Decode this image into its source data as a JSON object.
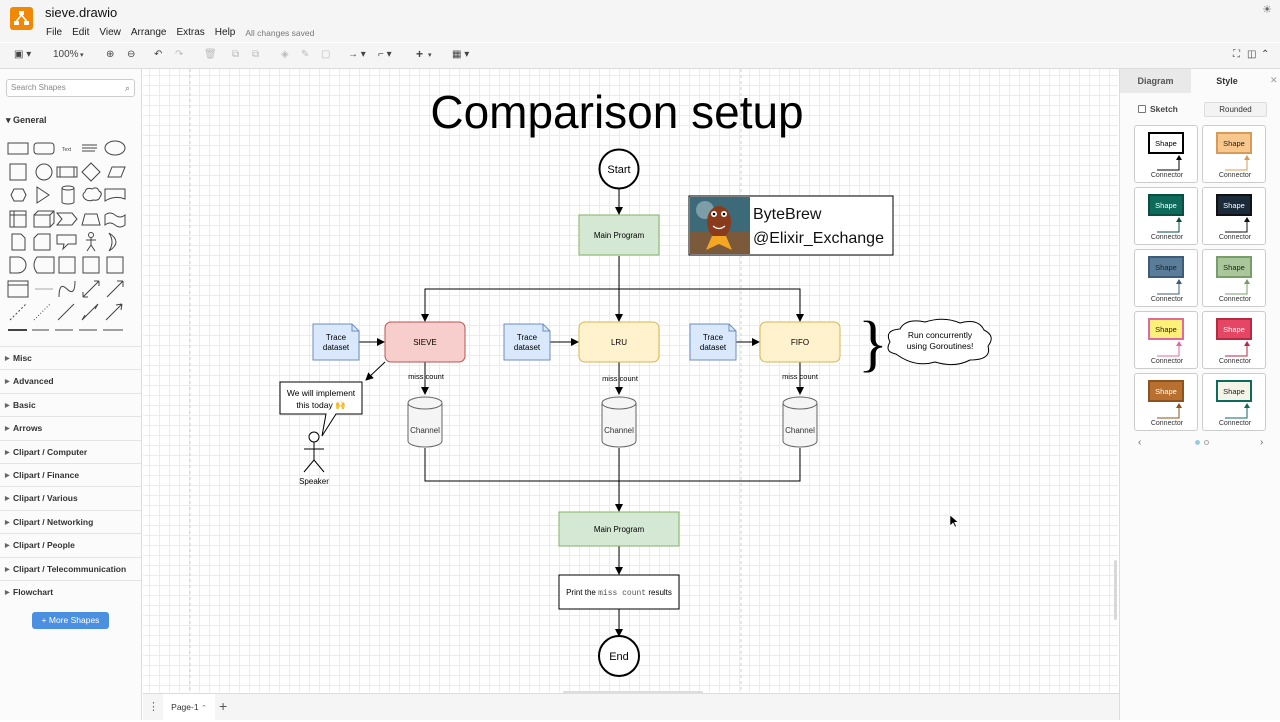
{
  "app": {
    "title": "sieve.drawio",
    "status": "All changes saved"
  },
  "menu": [
    "File",
    "Edit",
    "View",
    "Arrange",
    "Extras",
    "Help"
  ],
  "toolbar": {
    "zoom": "100%"
  },
  "left_panel": {
    "search_placeholder": "Search Shapes",
    "general_label": "General",
    "categories": [
      "Misc",
      "Advanced",
      "Basic",
      "Arrows",
      "Clipart / Computer",
      "Clipart / Finance",
      "Clipart / Various",
      "Clipart / Networking",
      "Clipart / People",
      "Clipart / Telecommunication",
      "Flowchart"
    ],
    "more_shapes": "More Shapes"
  },
  "right_panel": {
    "tabs": [
      "Diagram",
      "Style"
    ],
    "sketch_label": "Sketch",
    "rounded_label": "Rounded",
    "style_cards": [
      {
        "label": "Shape",
        "connector": "Connector",
        "fill": "#ffffff",
        "stroke": "#000000",
        "text": "#000000"
      },
      {
        "label": "Shape",
        "connector": "Connector",
        "fill": "#f7c78e",
        "stroke": "#d79b58",
        "text": "#222222"
      },
      {
        "label": "Shape",
        "connector": "Connector",
        "fill": "#0e6b5c",
        "stroke": "#0a4d42",
        "text": "#ffffff"
      },
      {
        "label": "Shape",
        "connector": "Connector",
        "fill": "#1c2b3a",
        "stroke": "#111111",
        "text": "#ffffff"
      },
      {
        "label": "Shape",
        "connector": "Connector",
        "fill": "#5a7d9a",
        "stroke": "#3e5c77",
        "text": "#222222"
      },
      {
        "label": "Shape",
        "connector": "Connector",
        "fill": "#a9c79a",
        "stroke": "#7a9c6b",
        "text": "#222222"
      },
      {
        "label": "Shape",
        "connector": "Connector",
        "fill": "#fff07a",
        "stroke": "#e06aa0",
        "text": "#222222"
      },
      {
        "label": "Shape",
        "connector": "Connector",
        "fill": "#e44663",
        "stroke": "#b52a43",
        "text": "#ffffff"
      },
      {
        "label": "Shape",
        "connector": "Connector",
        "fill": "#b7702f",
        "stroke": "#8e521c",
        "text": "#ffffff"
      },
      {
        "label": "Shape",
        "connector": "Connector",
        "fill": "#f4f4e8",
        "stroke": "#0e6b5c",
        "text": "#222222"
      }
    ]
  },
  "diagram": {
    "title": "Comparison setup",
    "start": "Start",
    "end": "End",
    "main_program": "Main Program",
    "trace_dataset": [
      "Trace",
      "dataset"
    ],
    "caches": [
      "SIEVE",
      "LRU",
      "FIFO"
    ],
    "miss_count": "miss count",
    "channel": "Channel",
    "print_prefix": "Print the ",
    "print_code": "miss count",
    "print_suffix": " results",
    "speech": [
      "We will implement",
      "this today 🙌"
    ],
    "speaker": "Speaker",
    "cloud": [
      "Run concurrently",
      "using Goroutines!"
    ],
    "brand": [
      "ByteBrew",
      "@Elixir_Exchange"
    ],
    "colors": {
      "sieve": "#f8cecc",
      "lru_fifo": "#fff2cc",
      "main": "#d5e8d4",
      "trace": "#dae8fc"
    }
  },
  "footer": {
    "page_tab": "Page-1"
  }
}
